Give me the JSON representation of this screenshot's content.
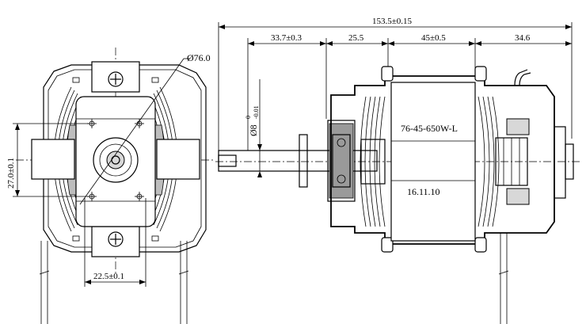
{
  "front_view": {
    "diameter_label": "Ø76.0",
    "height_dim": "27.0±0.1",
    "width_dim": "22.5±0.1"
  },
  "side_view": {
    "overall_length": "153.5±0.15",
    "dim_shaft": "33.7±0.3",
    "dim_gap": "25.5",
    "dim_stack": "45±0.5",
    "dim_rear": "34.6",
    "shaft_dia_main": "Ø8",
    "shaft_dia_upper": "0",
    "shaft_dia_lower": "-0.01",
    "model_text": "76-45-650W-L",
    "date_text": "16.11.10"
  }
}
